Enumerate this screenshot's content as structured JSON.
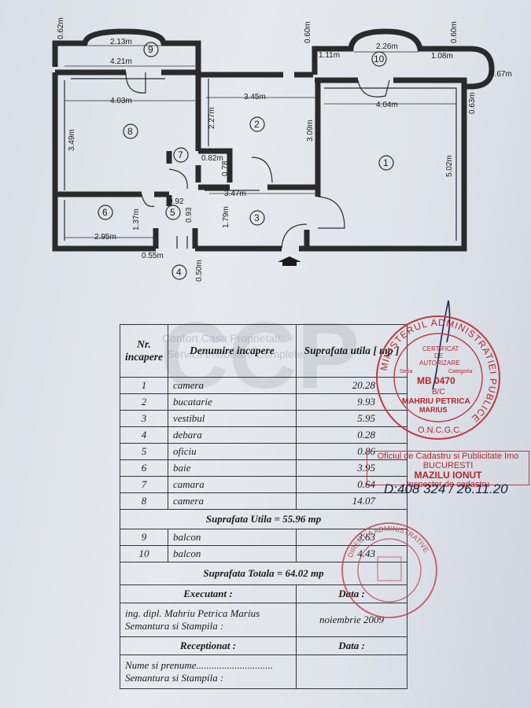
{
  "floorplan": {
    "rooms": [
      "1",
      "2",
      "3",
      "4",
      "5",
      "6",
      "7",
      "8",
      "9",
      "10"
    ],
    "dims": {
      "r9_top": "2.13m",
      "r9_left": "0.62m",
      "r9_bottom": "4.21m",
      "r8_top": "4.03m",
      "r8_left": "3.49m",
      "r2_top": "3.45m",
      "r2_left": "2.27m",
      "r2_right": "3.09m",
      "between": "0.60m",
      "r10_top": "2.26m",
      "r10_left": "1.11m",
      "r10_right": "1.08m",
      "r10_rightv": "0.60m",
      "r10_far": "0.67m",
      "r10_far2": "0.63m",
      "r1_top": "4.04m",
      "r1_right": "5.02m",
      "r7_a": "0.82m",
      "r7_b": "0.78",
      "r3_top": "3.47m",
      "r3_left": "1.79m",
      "r5_a": "0.92",
      "r5_b": "0.93",
      "r6_v": "1.37m",
      "r6_b": "2.95m",
      "r4_a": "0.55m",
      "r4_b": "0.50m"
    }
  },
  "watermark": {
    "letters": "CCP",
    "line1": "Confort Casa Proprietati",
    "line2": "Servicii Imobiliare Complete"
  },
  "table": {
    "h_nr": "Nr. incapere",
    "h_name": "Denumire incapere",
    "h_area": "Suprafata utila [ mp ]",
    "rows": [
      {
        "nr": "1",
        "name": "camera",
        "area": "20.28"
      },
      {
        "nr": "2",
        "name": "bucatarie",
        "area": "9.93"
      },
      {
        "nr": "3",
        "name": "vestibul",
        "area": "5.95"
      },
      {
        "nr": "4",
        "name": "debara",
        "area": "0.28"
      },
      {
        "nr": "5",
        "name": "oficiu",
        "area": "0.86"
      },
      {
        "nr": "6",
        "name": "baie",
        "area": "3.95"
      },
      {
        "nr": "7",
        "name": "camara",
        "area": "0.64"
      },
      {
        "nr": "8",
        "name": "camera",
        "area": "14.07"
      }
    ],
    "useful": "Suprafata Utila = 55.96 mp",
    "balconies": [
      {
        "nr": "9",
        "name": "balcon",
        "area": "3.63"
      },
      {
        "nr": "10",
        "name": "balcon",
        "area": "4.43"
      }
    ],
    "total": "Suprafata Totala = 64.02 mp",
    "executant": "Executant :",
    "data1": "Data :",
    "engineer": "ing. dipl. Mahriu Petrica Marius",
    "sign1": "Semantura si Stampila :",
    "date_val": "noiembrie 2009",
    "receptionat": "Receptionat :",
    "data2": "Data :",
    "name_line": "Nume si prenume..............................",
    "sign2": "Semantura si Stampila :"
  },
  "stamp1": {
    "ring": "MINISTERUL ADMINISTRATIEI PUBLICE",
    "bottom": "O.N.C.G.C.",
    "l1": "CERTIFICAT",
    "l2": "DE",
    "l3": "AUTORIZARE",
    "l4": "Seria",
    "l5": "Categoria",
    "l6": "MB 0470",
    "l7": "B/C",
    "l8": "MAHRIU PETRICA",
    "l9": "MARIUS"
  },
  "box": {
    "l1": "Oficiul de Cadastru si Publicitate Imo",
    "l2": "BUCURESTI",
    "l3": "MAZILU IONUT",
    "l4": "Inspector de cadastru"
  },
  "reference": "D:408 324 / 26.11.20",
  "stamp2": {
    "ring": "DIRECTIA ADMINISTRATIVE"
  }
}
